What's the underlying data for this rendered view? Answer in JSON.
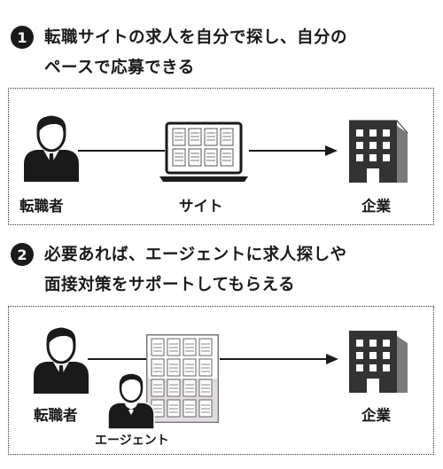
{
  "steps": [
    {
      "number": "1",
      "title_lines": [
        "転職サイトの求人を自分で探し、自分の",
        "ペースで応募できる"
      ],
      "nodes": {
        "seeker": "転職者",
        "site": "サイト",
        "company": "企業"
      }
    },
    {
      "number": "2",
      "title_lines": [
        "必要あれば、エージェントに求人探しや",
        "面接対策をサポートしてもらえる"
      ],
      "nodes": {
        "seeker": "転職者",
        "agent": "エージェント",
        "company": "企業"
      }
    }
  ],
  "icons": [
    "person-icon",
    "laptop-icon",
    "building-icon",
    "agent-icon",
    "job-board-icon",
    "arrow-icon"
  ],
  "colors": {
    "ink": "#1a1a1a",
    "building_dark": "#333333",
    "building_light": "#7a7a7a",
    "panel_border": "#333333"
  }
}
